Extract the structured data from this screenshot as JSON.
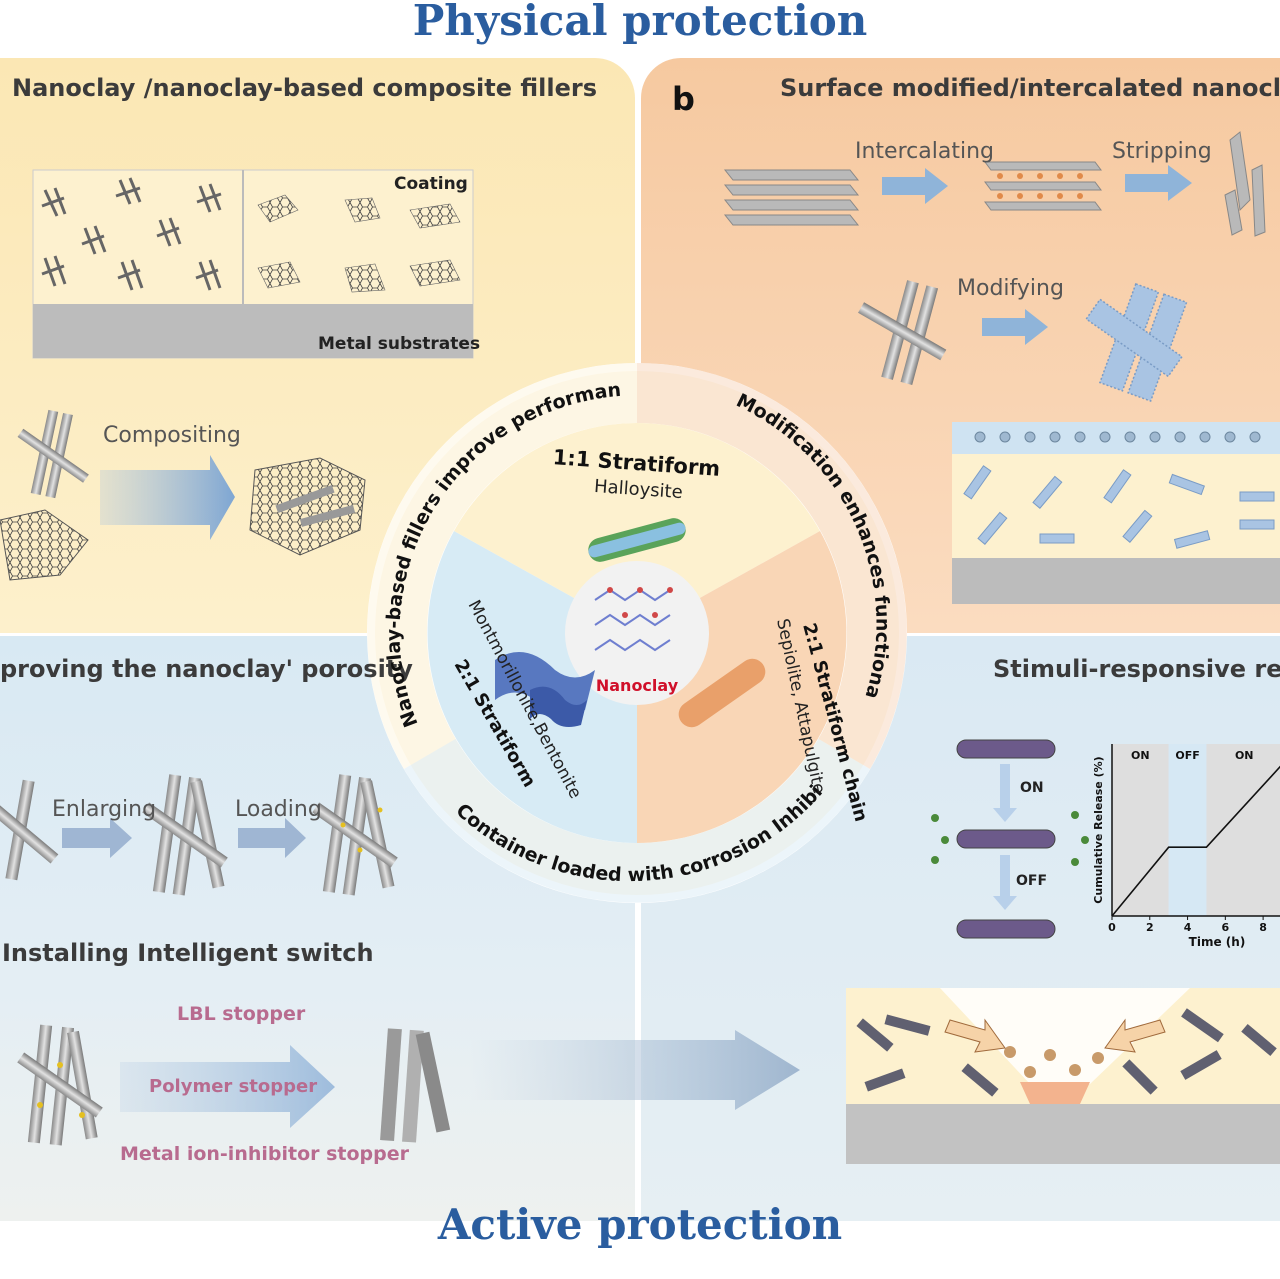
{
  "titles": {
    "top": "Physical protection",
    "bottom": "Active protection"
  },
  "top_left": {
    "title": "Nanoclay /nanoclay-based composite fillers",
    "coating_label": "Coating",
    "substrate_label": "Metal substrates",
    "compositing_label": "Compositing"
  },
  "top_right": {
    "panel_letter": "b",
    "title": "Surface modified/intercalated nanoclay",
    "intercalating_label": "Intercalating",
    "stripping_label": "Stripping",
    "modifying_label": "Modifying"
  },
  "bottom_left": {
    "title": "proving the nanoclay' porosity",
    "enlarging_label": "Enlarging",
    "loading_label": "Loading",
    "switch_title": "Installing Intelligent switch",
    "stoppers": [
      "LBL stopper",
      "Polymer stopper",
      "Metal ion-inhibitor stopper"
    ]
  },
  "bottom_right": {
    "title": "Stimuli-responsive releas",
    "on_label": "ON",
    "off_label": "OFF"
  },
  "center": {
    "ring_text_left": "Nanoclay-based fillers improve performance",
    "ring_text_right": "Modification enhances functionality",
    "ring_text_bottom": "Container loaded with corrosion Inhibitors",
    "core_label": "Nanoclay",
    "sector_top_title": "1:1 Stratiform",
    "sector_top_sub": "Halloysite",
    "sector_right_title": "2:1 Stratiform chain",
    "sector_right_sub": "Sepiolite, Attapulgite",
    "sector_left_title": "2:1 Stratiform",
    "sector_left_sub": "Montmorillonite,Bentonite"
  },
  "colors": {
    "title_blue": "#2a5d9f",
    "nanoclay_red": "#d0102a",
    "stopper_pink": "#b86b8f",
    "ring_blue": "#cfe4f1",
    "ring_yellow": "#fbe7b4",
    "ring_orange": "#f8c5a0"
  },
  "chart_data": {
    "type": "line",
    "xlabel": "Time (h)",
    "ylabel": "Cumulative Release (%)",
    "x_ticks": [
      0,
      2,
      4,
      6,
      8
    ],
    "xlim": [
      0,
      9
    ],
    "regions": [
      "ON",
      "OFF",
      "ON"
    ],
    "region_bounds": [
      [
        0,
        3.0
      ],
      [
        3.0,
        5.0
      ],
      [
        5.0,
        9.0
      ]
    ],
    "series": [
      {
        "x": [
          0,
          3.0,
          5.0,
          9.0
        ],
        "y": [
          0,
          40,
          40,
          88
        ]
      }
    ],
    "ylim": [
      0,
      100
    ]
  }
}
